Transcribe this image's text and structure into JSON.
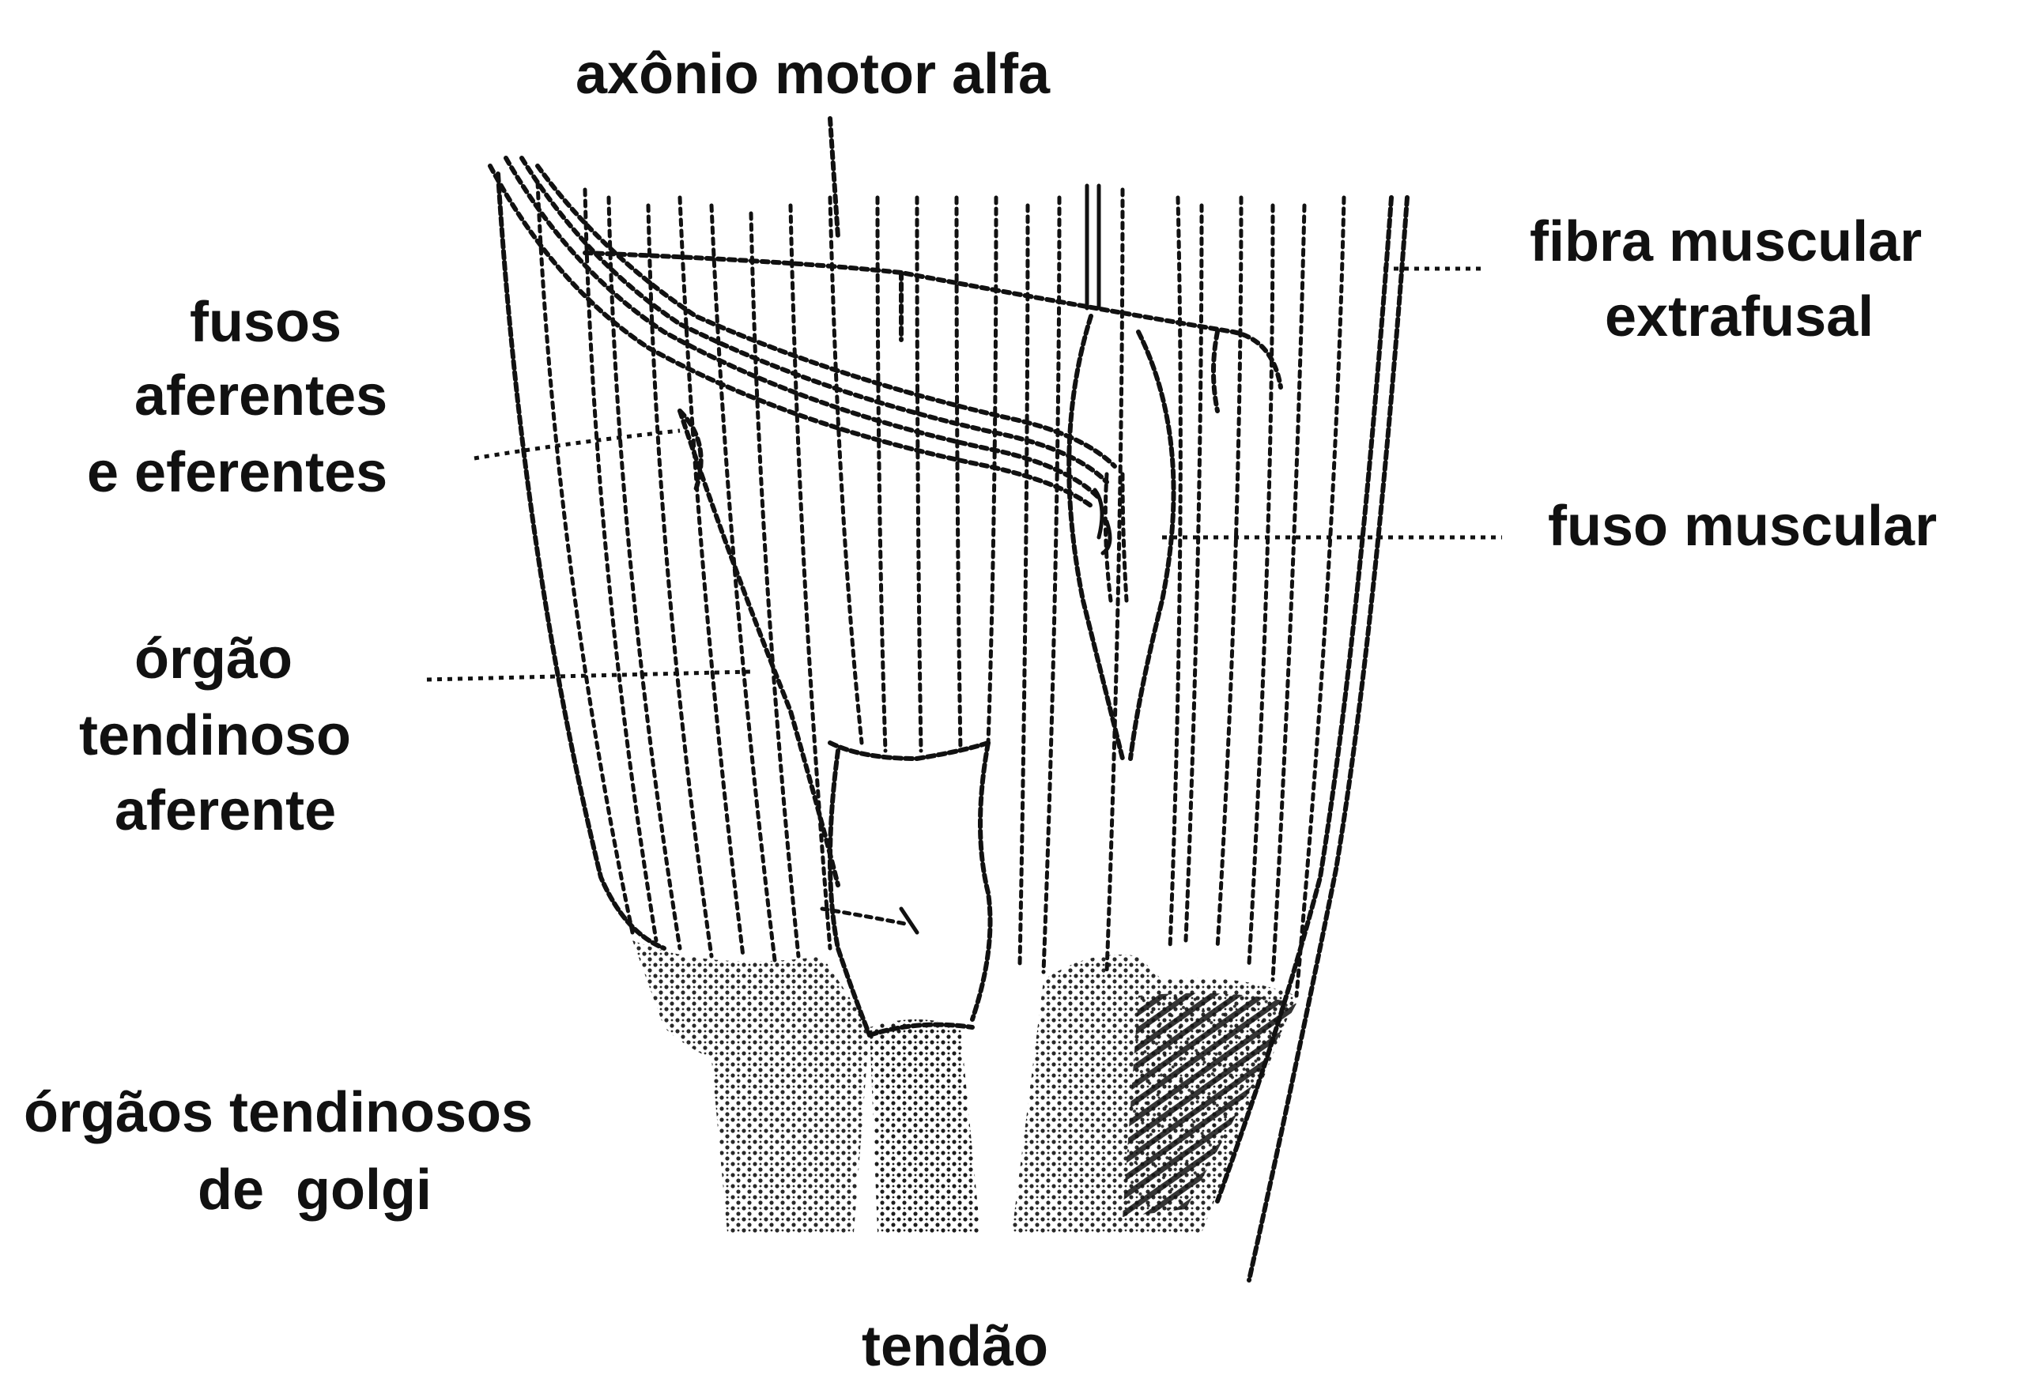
{
  "labels": {
    "alpha_axon": "axônio motor alfa",
    "extrafusal_line1": "fibra muscular",
    "extrafusal_line2": "extrafusal",
    "spindle_nerves_line1": "fusos",
    "spindle_nerves_line2": "aferentes",
    "spindle_nerves_line3": "e eferentes",
    "muscle_spindle": "fuso muscular",
    "tendon_afferent_line1": "órgão",
    "tendon_afferent_line2": "tendinoso",
    "tendon_afferent_line3": "aferente",
    "golgi_line1": "órgãos tendinosos",
    "golgi_line2": "de  golgi",
    "tendon": "tendão"
  },
  "colors": {
    "ink": "#111111",
    "background": "#ffffff"
  }
}
